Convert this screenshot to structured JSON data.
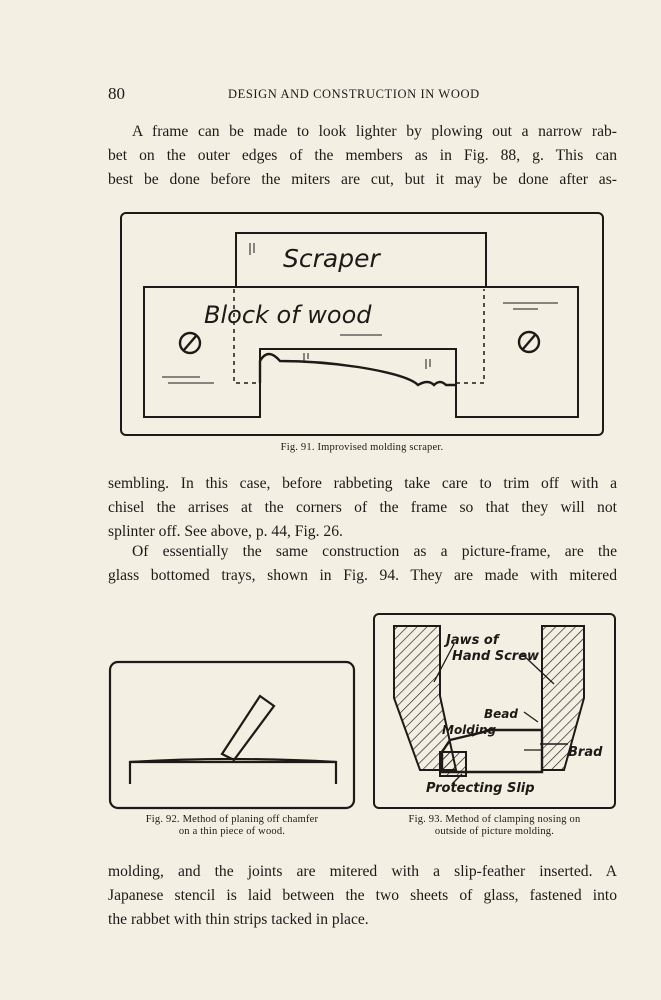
{
  "header": {
    "page_number": "80",
    "running_title": "DESIGN AND CONSTRUCTION IN WOOD"
  },
  "paragraphs": {
    "p1": [
      "A frame can be made to look lighter by plowing out a narrow rab-",
      "bet on the outer edges of the members as in Fig. 88, g.  This can",
      "best be done before the miters are cut, but it may be done after as-"
    ],
    "p2": [
      "sembling.  In this case, before rabbeting take care to trim off with a",
      "chisel the arrises at the corners of the frame so that they will not",
      "splinter off.  See above, p. 44, Fig. 26."
    ],
    "p3": [
      "Of essentially the same construction as a picture-frame, are the",
      "glass bottomed trays, shown in Fig. 94.  They are made with mitered"
    ],
    "p4": [
      "molding, and the joints are mitered with a slip-feather inserted.  A",
      "Japanese stencil is laid between the two sheets of glass, fastened into",
      "the rabbet with thin strips tacked in place."
    ]
  },
  "figures": {
    "fig91": {
      "caption": "Fig. 91.  Improvised molding scraper.",
      "label_scraper": "Scraper",
      "label_block": "Block of wood"
    },
    "fig92": {
      "caption_line1": "Fig. 92.  Method of planing off chamfer",
      "caption_line2": "on a thin piece of wood."
    },
    "fig93": {
      "caption_line1": "Fig. 93.  Method of clamping nosing on",
      "caption_line2": "outside of picture molding.",
      "label_jaws_1": "Jaws of",
      "label_jaws_2": "Hand Screw",
      "label_bead": "Bead",
      "label_molding": "Molding",
      "label_brad": "Brad",
      "label_slip": "Protecting Slip"
    }
  }
}
